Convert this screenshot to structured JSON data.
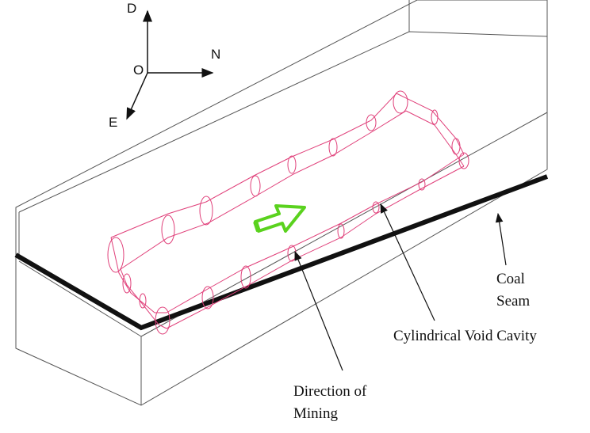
{
  "axes": {
    "down_label": "D",
    "origin_label": "O",
    "north_label": "N",
    "east_label": "E"
  },
  "labels": {
    "coal_line1": "Coal",
    "coal_line2": "Seam",
    "cavity": "Cylindrical Void Cavity",
    "mining_line1": "Direction of",
    "mining_line2": "Mining"
  },
  "colors": {
    "box": "#555555",
    "seam": "#111111",
    "cavity": "#e0407a",
    "arrow": "#5ad21e"
  }
}
